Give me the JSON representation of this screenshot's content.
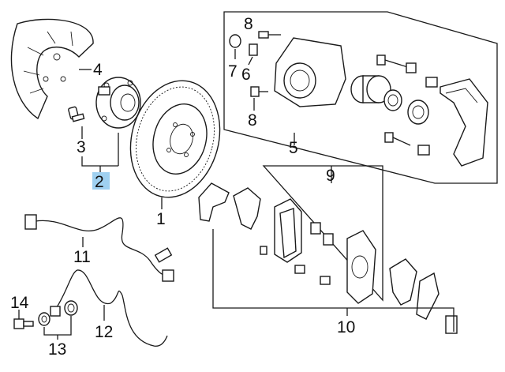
{
  "colors": {
    "highlight": "#9fd0f0",
    "ink": "#1a1a1a"
  },
  "callouts": {
    "c1": "1",
    "c2": "2",
    "c3": "3",
    "c4": "4",
    "c5": "5",
    "c6": "6",
    "c7": "7",
    "c8a": "8",
    "c8b": "8",
    "c9": "9",
    "c10": "10",
    "c11": "11",
    "c12": "12",
    "c13": "13",
    "c14": "14"
  }
}
